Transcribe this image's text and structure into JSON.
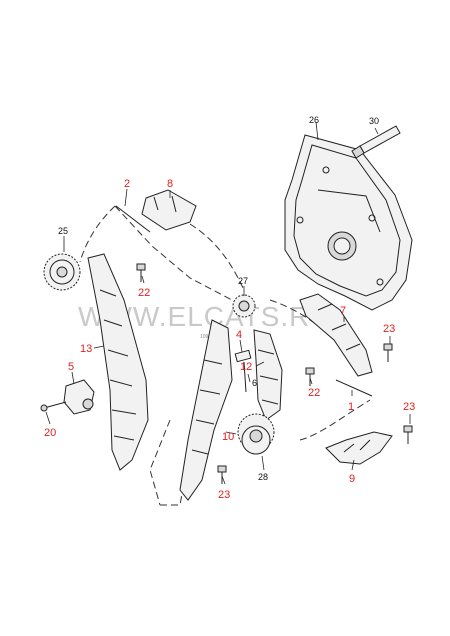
{
  "watermark": "WWW.ELCATS.RU",
  "code_text": "109-038",
  "colors": {
    "callout_red": "#e02020",
    "callout_black": "#111111",
    "line": "#222222"
  },
  "callouts": [
    {
      "id": "c2",
      "text": "2",
      "color": "red"
    },
    {
      "id": "c8",
      "text": "8",
      "color": "red"
    },
    {
      "id": "c25",
      "text": "25",
      "color": "black"
    },
    {
      "id": "c22a",
      "text": "22",
      "color": "red"
    },
    {
      "id": "c13",
      "text": "13",
      "color": "red"
    },
    {
      "id": "c5",
      "text": "5",
      "color": "red"
    },
    {
      "id": "c20",
      "text": "20",
      "color": "red"
    },
    {
      "id": "c27",
      "text": "27",
      "color": "black"
    },
    {
      "id": "c4",
      "text": "4",
      "color": "red"
    },
    {
      "id": "c6",
      "text": "6",
      "color": "black"
    },
    {
      "id": "c12",
      "text": "12",
      "color": "red"
    },
    {
      "id": "c10",
      "text": "10",
      "color": "red"
    },
    {
      "id": "c28",
      "text": "28",
      "color": "black"
    },
    {
      "id": "c23a",
      "text": "23",
      "color": "red"
    },
    {
      "id": "c22b",
      "text": "22",
      "color": "red"
    },
    {
      "id": "c1",
      "text": "1",
      "color": "red"
    },
    {
      "id": "c26",
      "text": "26",
      "color": "black"
    },
    {
      "id": "c30",
      "text": "30",
      "color": "black"
    },
    {
      "id": "c7",
      "text": "7",
      "color": "red"
    },
    {
      "id": "c23b",
      "text": "23",
      "color": "red"
    },
    {
      "id": "c23c",
      "text": "23",
      "color": "red"
    },
    {
      "id": "c9",
      "text": "9",
      "color": "red"
    }
  ]
}
